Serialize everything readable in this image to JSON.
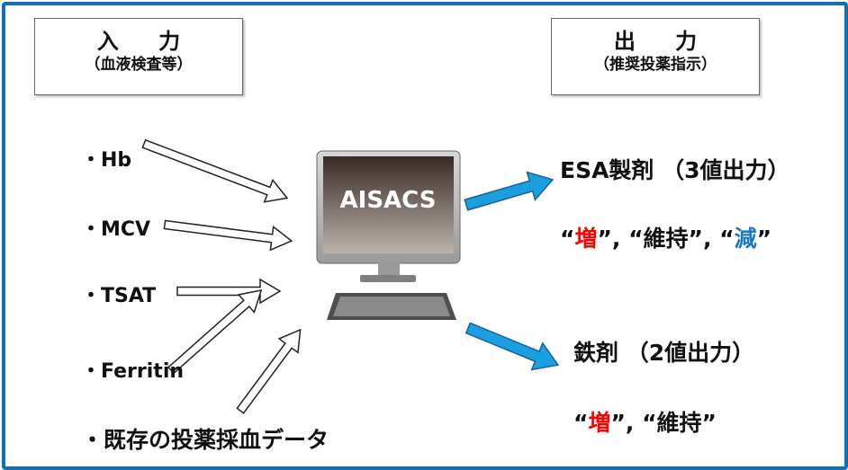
{
  "input_box": {
    "title": "入 力",
    "subtitle": "（血液検査等）"
  },
  "output_box": {
    "title": "出 力",
    "subtitle": "（推奨投薬指示）"
  },
  "inputs": [
    "・Hb",
    "・MCV",
    "・TSAT",
    "・Ferritin",
    "・既存の投薬採血データ"
  ],
  "computer": {
    "screen_text": "AISACS"
  },
  "outputs": {
    "esa": {
      "label": "ESA製剤 （3値出力）",
      "values": [
        "増",
        "維持",
        "減"
      ],
      "value_colors": [
        "#ff0000",
        "#111111",
        "#1a7ac7"
      ]
    },
    "iron": {
      "label": "鉄剤 （2値出力）",
      "values": [
        "増",
        "維持"
      ],
      "value_colors": [
        "#ff0000",
        "#111111"
      ]
    }
  },
  "colors": {
    "frame": "#0f72b6",
    "arrow_out": "#1aa0e0"
  }
}
